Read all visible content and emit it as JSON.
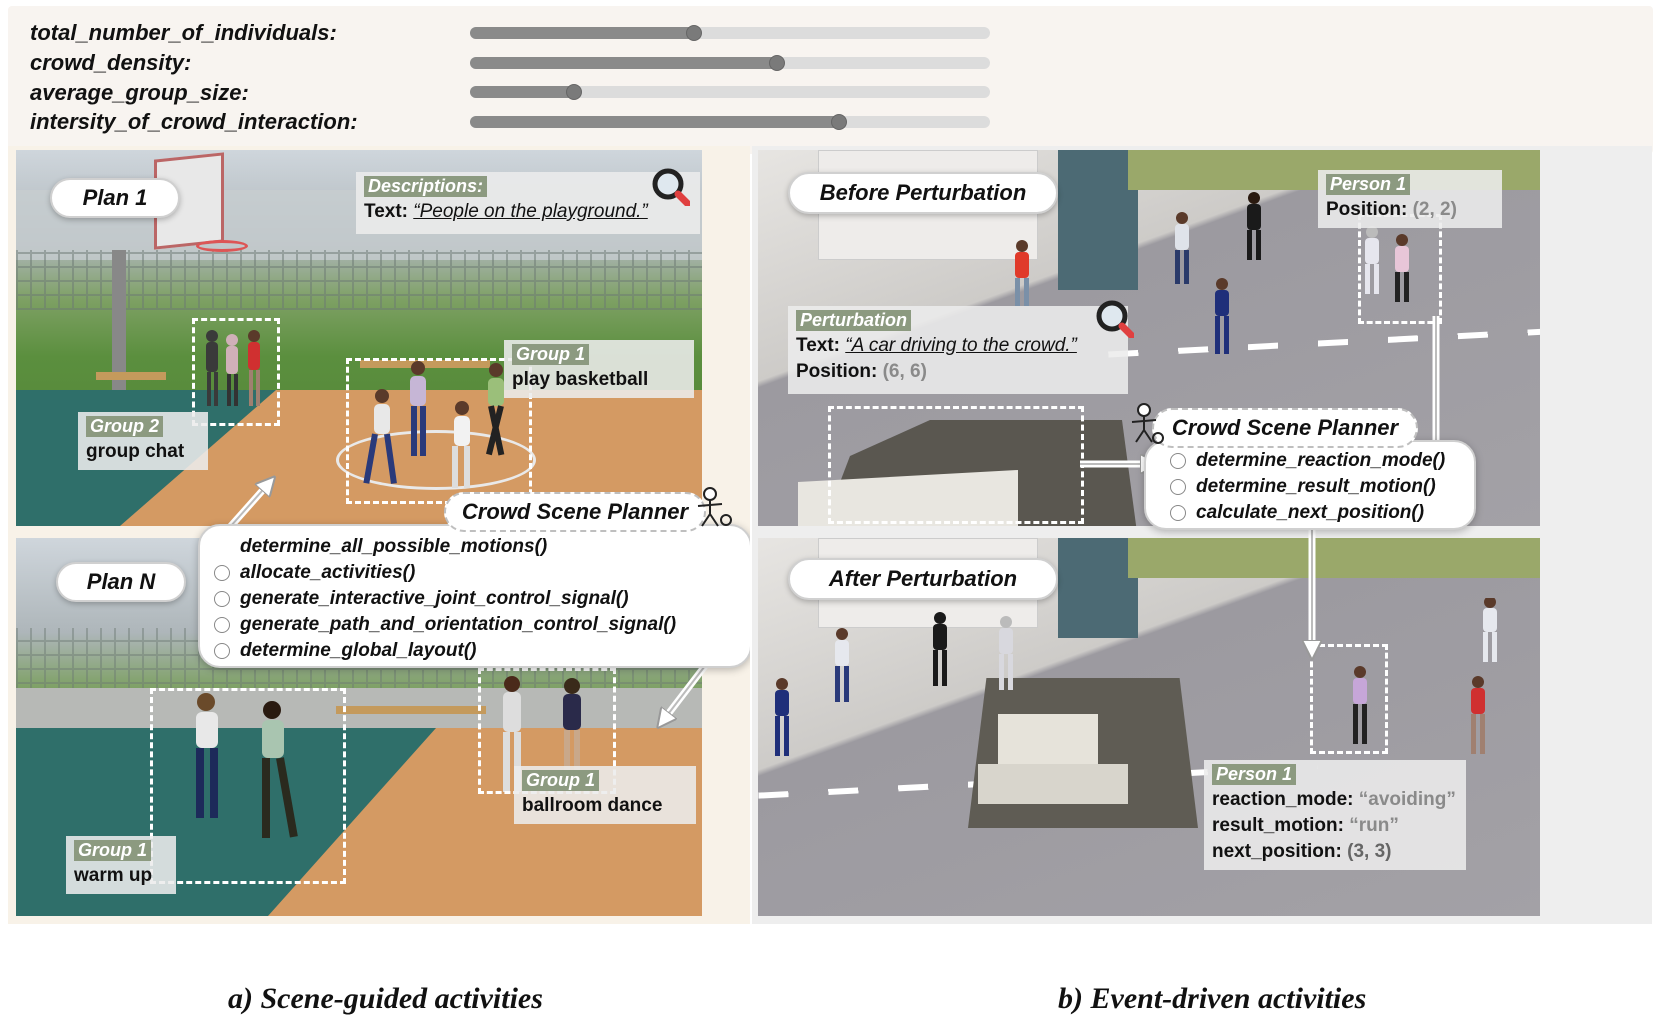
{
  "parameters": [
    {
      "label": "total_number_of_individuals:",
      "value": 0.43
    },
    {
      "label": "crowd_density:",
      "value": 0.59
    },
    {
      "label": "average_group_size:",
      "value": 0.2
    },
    {
      "label": "intersity_of_crowd_interaction:",
      "value": 0.71
    }
  ],
  "scene_guided": {
    "plan1_label": "Plan 1",
    "planN_label": "Plan N",
    "descriptions": {
      "title": "Descriptions:",
      "text_key": "Text:",
      "text_value": "“People on the playground.”"
    },
    "groups_plan1": [
      {
        "title": "Group 1",
        "activity": "play basketball"
      },
      {
        "title": "Group 2",
        "activity": "group chat"
      }
    ],
    "groups_planN": [
      {
        "title": "Group 1",
        "activity": "ballroom dance"
      },
      {
        "title": "Group 1",
        "activity": "warm up"
      }
    ],
    "planner": {
      "title": "Crowd Scene Planner",
      "functions": [
        "determine_all_possible_motions()",
        "allocate_activities()",
        "generate_interactive_joint_control_signal()",
        "generate_path_and_orientation_control_signal()",
        "determine_global_layout()"
      ]
    },
    "caption": "a) Scene-guided activities"
  },
  "event_driven": {
    "before_label": "Before Perturbation",
    "after_label": "After Perturbation",
    "person_before": {
      "title": "Person 1",
      "position_key": "Position:",
      "position_value": "(2, 2)"
    },
    "perturbation": {
      "title": "Perturbation",
      "text_key": "Text:",
      "text_value": "“A car driving to the crowd.”",
      "position_key": "Position:",
      "position_value": "(6, 6)"
    },
    "planner": {
      "title": "Crowd Scene Planner",
      "functions": [
        "determine_reaction_mode()",
        "determine_result_motion()",
        "calculate_next_position()"
      ]
    },
    "person_after": {
      "title": "Person 1",
      "reaction_key": "reaction_mode:",
      "reaction_value": "“avoiding”",
      "motion_key": "result_motion:",
      "motion_value": "“run”",
      "position_key": "next_position:",
      "position_value": "(3, 3)"
    },
    "caption": "b) Event-driven activities"
  },
  "colors": {
    "tag_title_bg": "#8c9a80",
    "highlight_value": "#8a8a8a",
    "slider_fill": "#8a8a8a"
  },
  "icons": [
    "magnifier-icon",
    "planner-figure-icon",
    "openai-icon",
    "arrow-icon"
  ]
}
